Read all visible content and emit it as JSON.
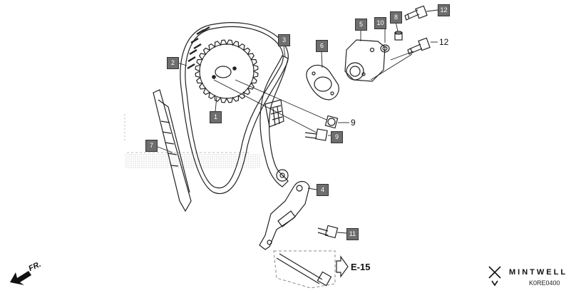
{
  "callouts": [
    "2",
    "3",
    "4",
    "5",
    "6",
    "8",
    "10",
    "12",
    "1",
    "7",
    "9",
    "11"
  ],
  "plain_labels": [
    "12",
    "9"
  ],
  "reference": "E-15",
  "direction_label": "FR.",
  "brand": "MINTWELL",
  "diagram_code": "K0RE0400",
  "colors": {
    "callout_fill": "#6e6e6e",
    "line": "#222222"
  },
  "icons": [
    "fr-arrow-icon",
    "mintwell-logo-icon",
    "reference-arrow-icon"
  ]
}
